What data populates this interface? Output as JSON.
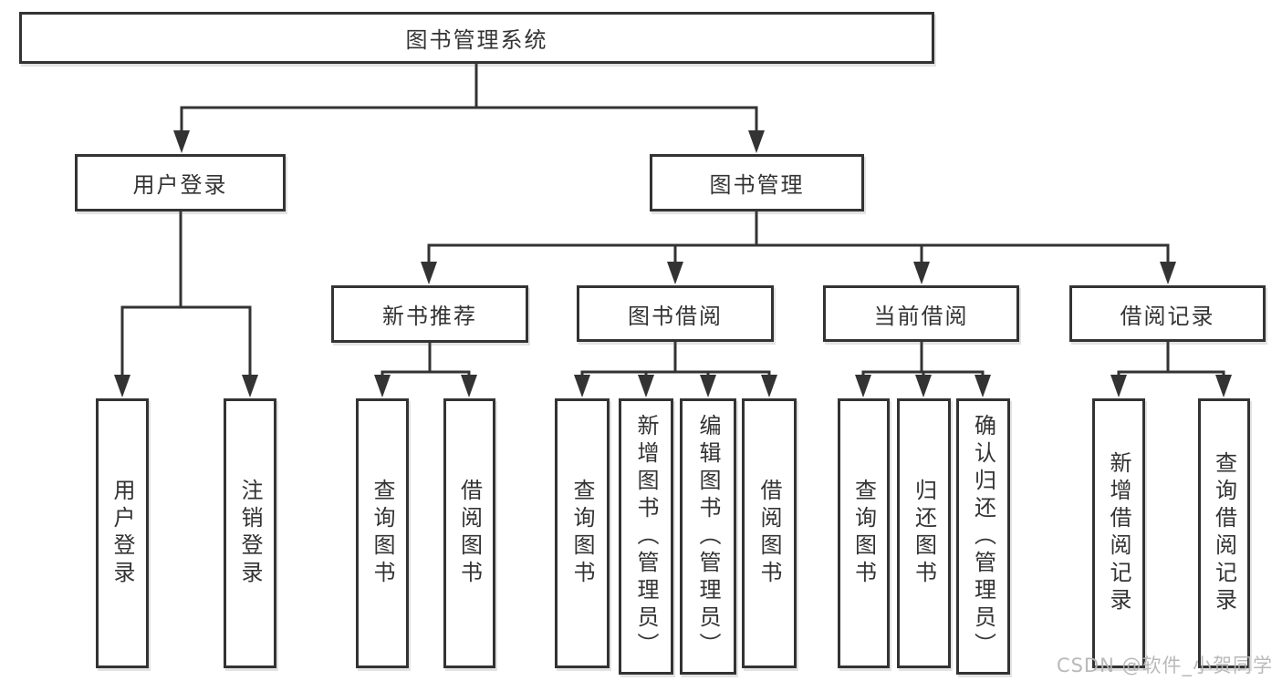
{
  "diagram": {
    "nodes": {
      "root": "图书管理系统",
      "user_login": "用户登录",
      "book_mgmt": "图书管理",
      "new_books": "新书推荐",
      "book_borrow": "图书借阅",
      "current_borrow": "当前借阅",
      "borrow_records": "借阅记录"
    },
    "leaves": {
      "user_login": [
        "用户登录",
        "注销登录"
      ],
      "new_books": [
        "查询图书",
        "借阅图书"
      ],
      "book_borrow": [
        "查询图书",
        "新增图书（管理员）",
        "编辑图书（管理员）",
        "借阅图书"
      ],
      "current_borrow": [
        "查询图书",
        "归还图书",
        "确认归还（管理员）"
      ],
      "borrow_records": [
        "新增借阅记录",
        "查询借阅记录"
      ]
    }
  },
  "watermark": "CSDN @软件_小贺同学",
  "colors": {
    "line": "#333333",
    "text": "#333333",
    "watermark": "#b6b6b6",
    "background": "#ffffff"
  }
}
